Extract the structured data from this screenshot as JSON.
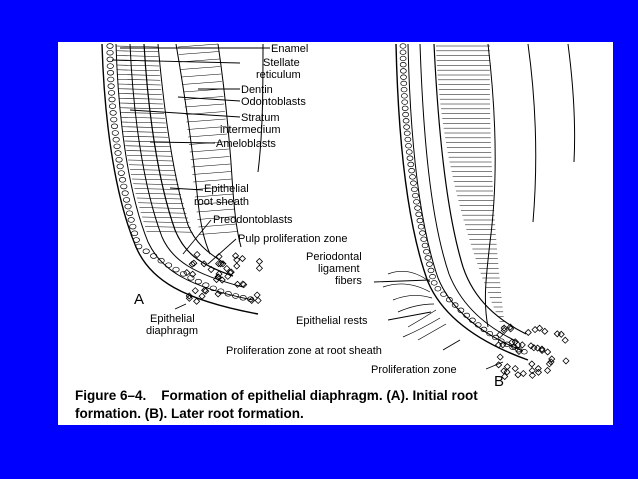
{
  "labels": {
    "enamel": "Enamel",
    "stellate_1": "Stellate",
    "stellate_2": "reticulum",
    "dentin": "Dentin",
    "odontoblasts": "Odontoblasts",
    "stratum_1": "Stratum",
    "stratum_2": "intermedium",
    "ameloblasts": "Ameloblasts",
    "epithelial_root_sheath_1": "Epithelial",
    "epithelial_root_sheath_2": "root sheath",
    "preodontoblasts": "Preodontoblasts",
    "pulp_proliferation_zone": "Pulp proliferation zone",
    "periodontal_1": "Periodontal",
    "periodontal_2": "ligament",
    "periodontal_3": "fibers",
    "epithelial_diaphragm_1": "Epithelial",
    "epithelial_diaphragm_2": "diaphragm",
    "epithelial_rests": "Epithelial rests",
    "proliferation_root_sheath": "Proliferation zone at root sheath",
    "proliferation_zone": "Proliferation zone",
    "panel_a": "A",
    "panel_b": "B"
  },
  "caption": {
    "figure_label": "Figure 6–4.",
    "line1_text": "Formation of epithelial diaphragm. (A). Initial root",
    "line2_text": "formation. (B). Later root formation."
  },
  "colors": {
    "background": "#0000ff",
    "panel": "#ffffff",
    "ink": "#000000"
  }
}
